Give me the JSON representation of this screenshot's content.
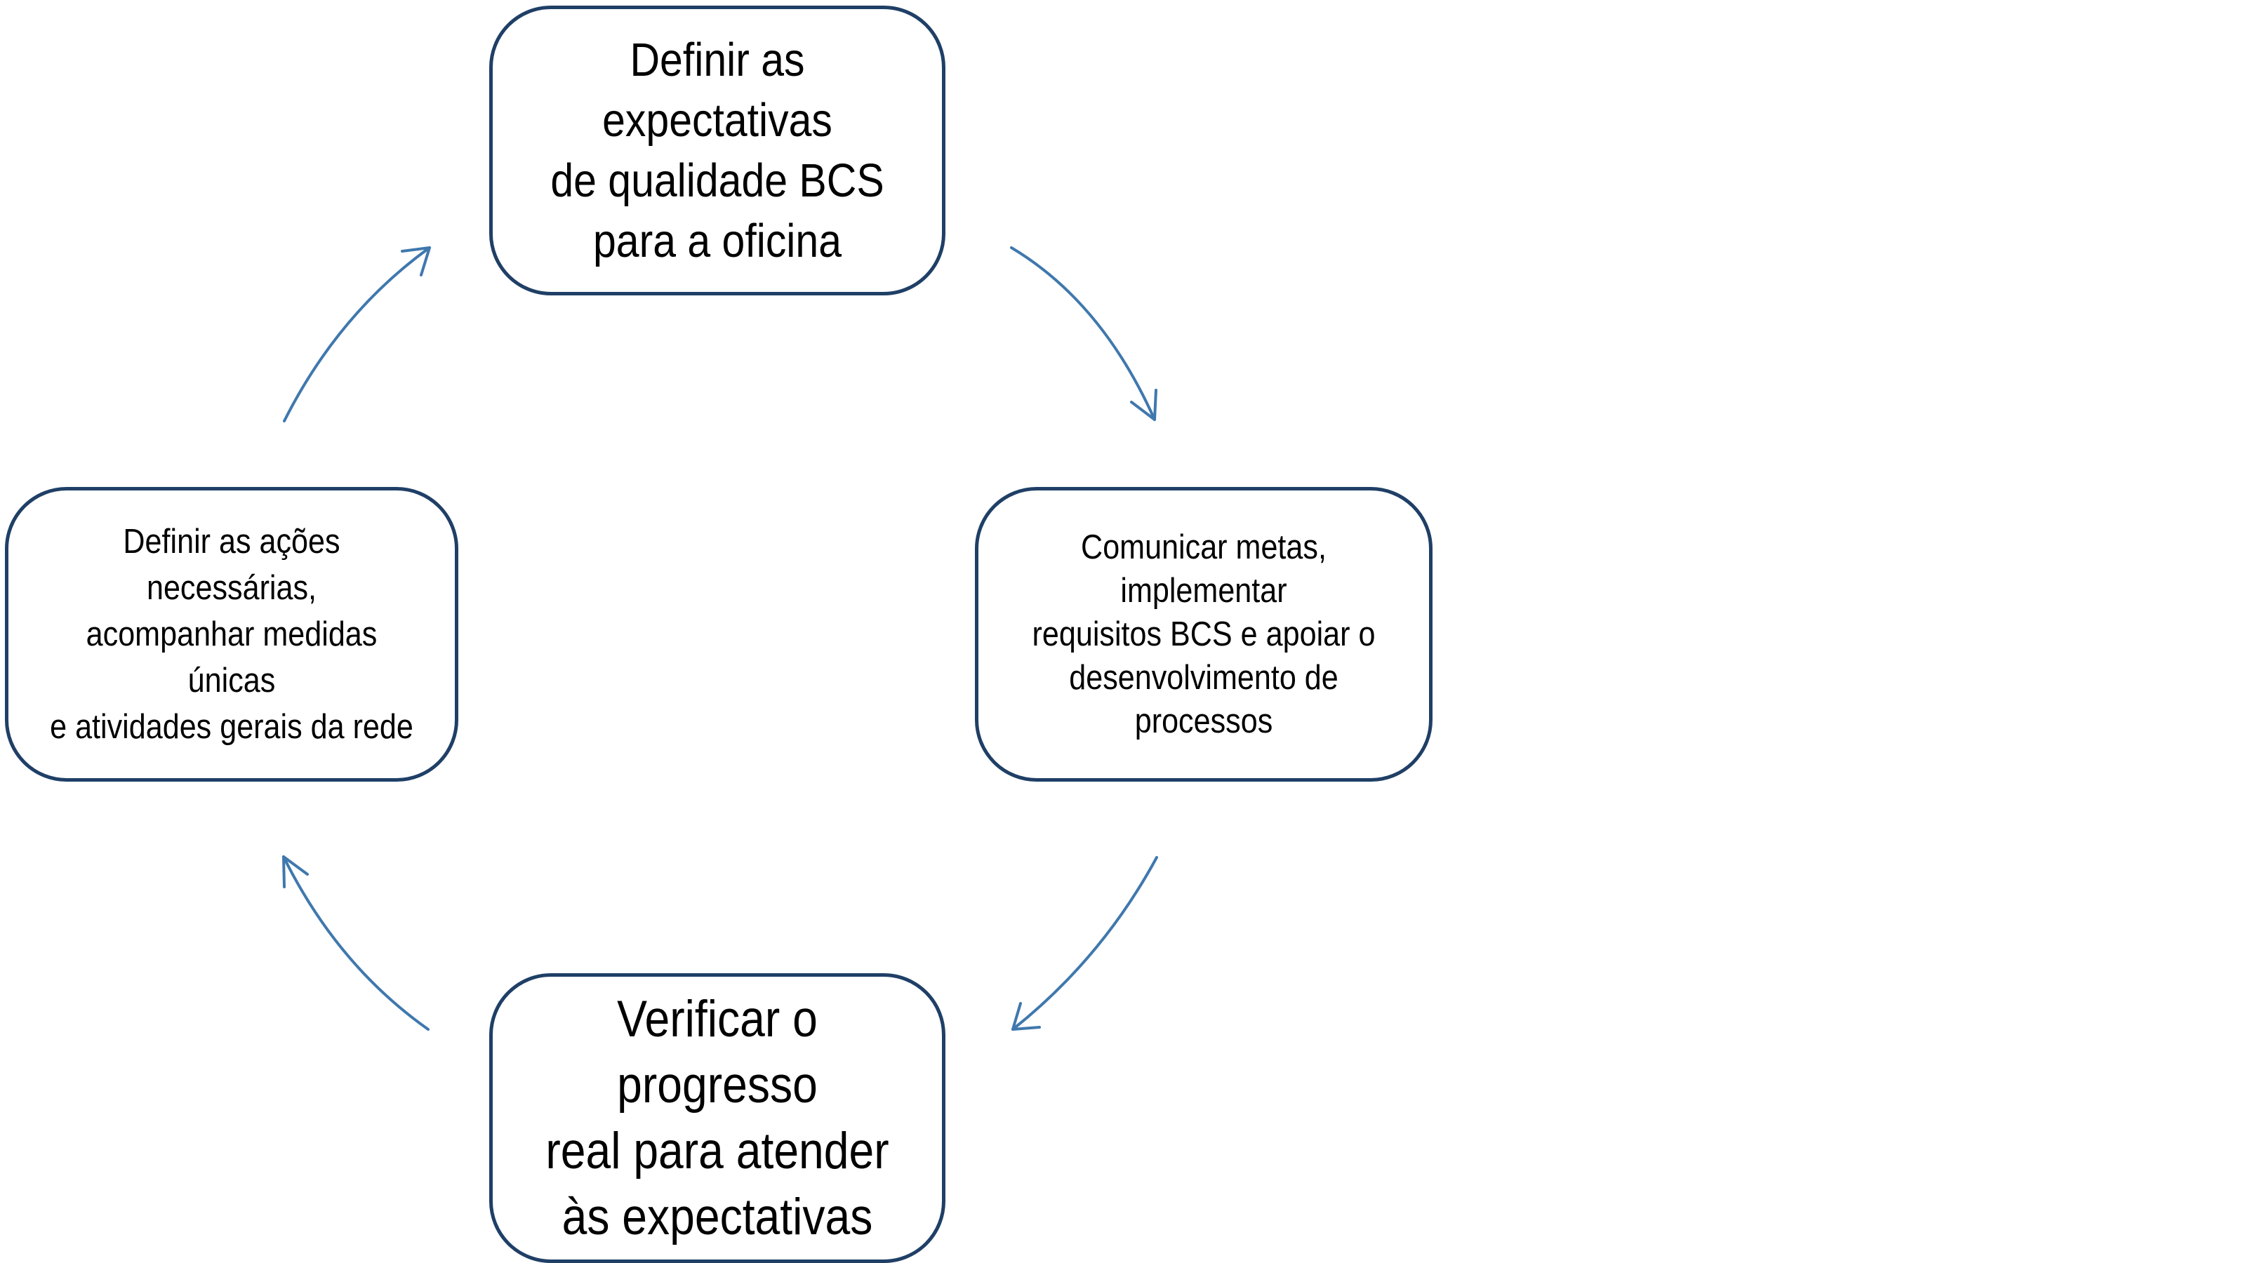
{
  "diagram": {
    "colors": {
      "box_border": "#1f3f66",
      "arrow": "#3f78ad",
      "text": "#000000",
      "background": "#ffffff"
    },
    "nodes": {
      "top": "Definir as expectativas\nde qualidade BCS\npara a oficina",
      "right": "Comunicar metas, implementar\nrequisitos BCS e apoiar o\ndesenvolvimento de processos",
      "bottom": "Verificar o progresso\nreal para atender\nàs expectativas",
      "left": "Definir as ações necessárias,\nacompanhar medidas únicas\ne atividades gerais da rede"
    },
    "flow": [
      {
        "from": "top",
        "to": "right"
      },
      {
        "from": "right",
        "to": "bottom"
      },
      {
        "from": "bottom",
        "to": "left"
      },
      {
        "from": "left",
        "to": "top"
      }
    ]
  }
}
